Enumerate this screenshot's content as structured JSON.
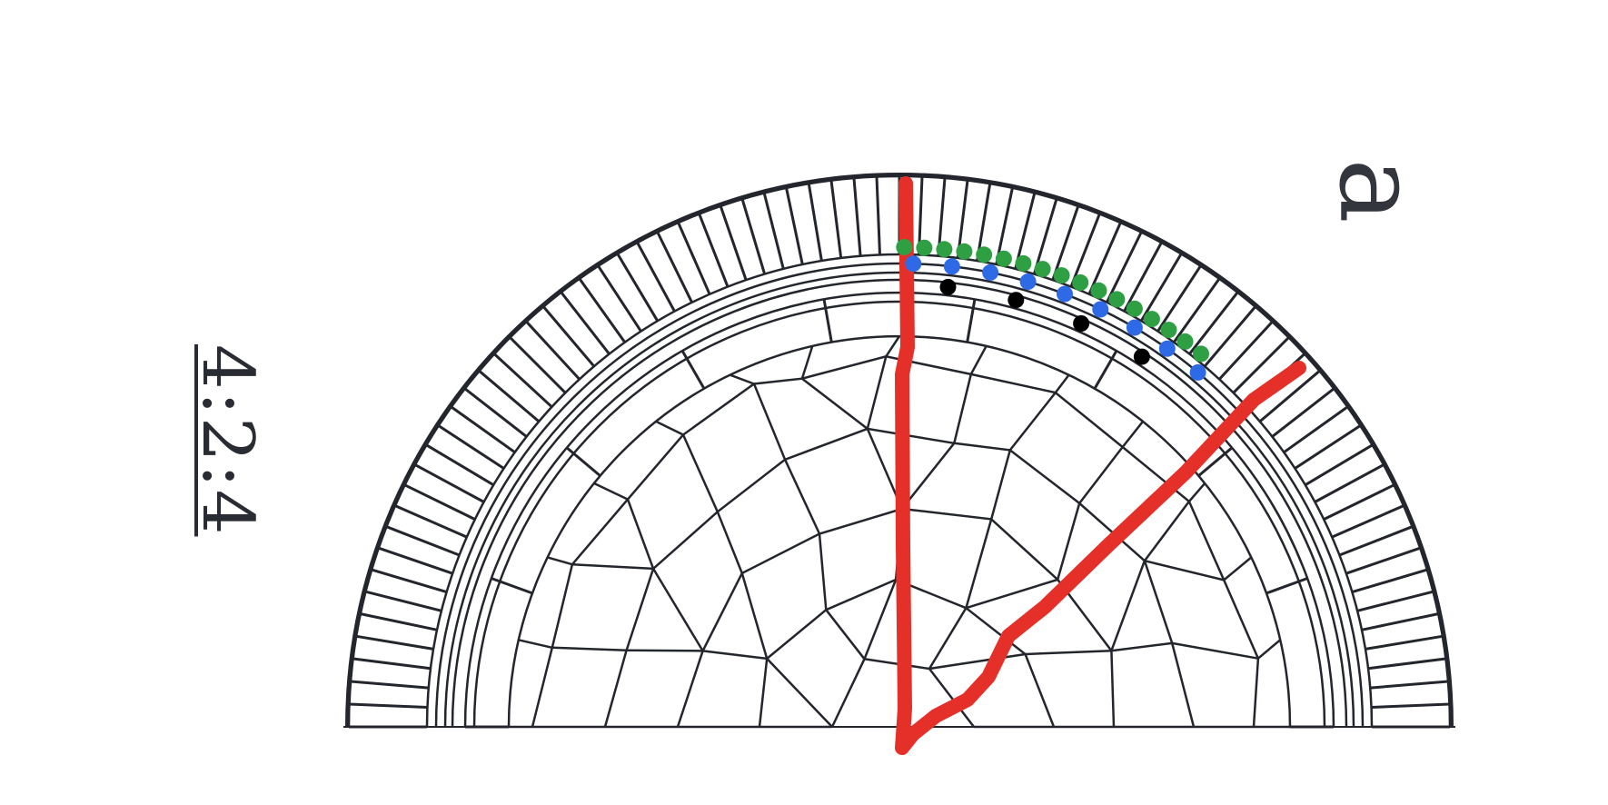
{
  "figure": {
    "panel_letter": "a",
    "ratio_label": "4:2:4"
  },
  "colors": {
    "ink": "#24262e",
    "sector_line": "#e5302a",
    "outer_dots": "#2ea043",
    "middle_dots": "#2f6ae6",
    "inner_dots": "#000000",
    "background": "#ffffff"
  },
  "markers": {
    "outer_count": 17,
    "middle_count": 9,
    "inner_count": 4
  }
}
